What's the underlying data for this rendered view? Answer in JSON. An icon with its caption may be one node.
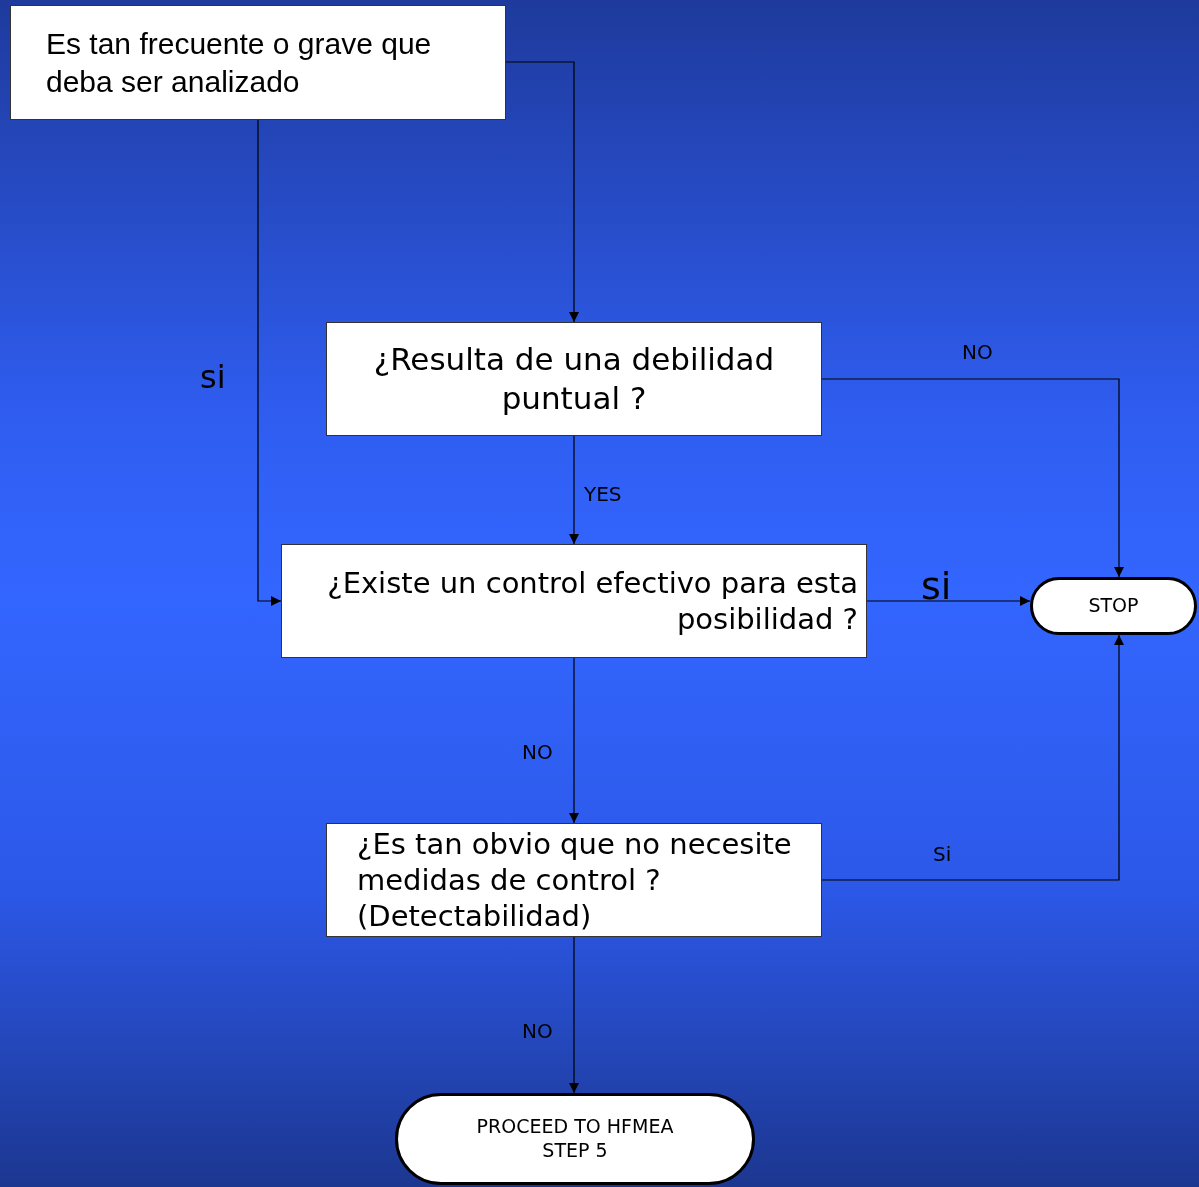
{
  "diagram": {
    "nodes": [
      {
        "text": [
          "Es tan frecuente o grave que deba ser analizado"
        ]
      },
      {
        "text": [
          "¿Resulta de una debilidad puntual ?"
        ]
      },
      {
        "text": [
          "¿Existe un control efectivo para esta posibilidad ?"
        ]
      },
      {
        "text": [
          "¿Es tan obvio que no necesite medidas de control ? (Detectabilidad)"
        ]
      },
      {
        "text": [
          "STOP"
        ]
      },
      {
        "text": [
          "PROCEED TO HFMEA STEP 5"
        ]
      }
    ],
    "edges": [
      {
        "from": 0,
        "to": 1,
        "arrow": "to"
      },
      {
        "from": 0,
        "to": 2,
        "arrow": "to",
        "label": "si"
      },
      {
        "from": 1,
        "to": 4,
        "arrow": "to",
        "label": "NO"
      },
      {
        "from": 1,
        "to": 2,
        "arrow": "to",
        "label": "YES"
      },
      {
        "from": 2,
        "to": 4,
        "arrow": "to",
        "label": "si"
      },
      {
        "from": 2,
        "to": 3,
        "arrow": "to",
        "label": "NO"
      },
      {
        "from": 3,
        "to": 4,
        "arrow": "to",
        "label": "Si"
      },
      {
        "from": 3,
        "to": 5,
        "arrow": "to",
        "label": "NO"
      }
    ]
  }
}
